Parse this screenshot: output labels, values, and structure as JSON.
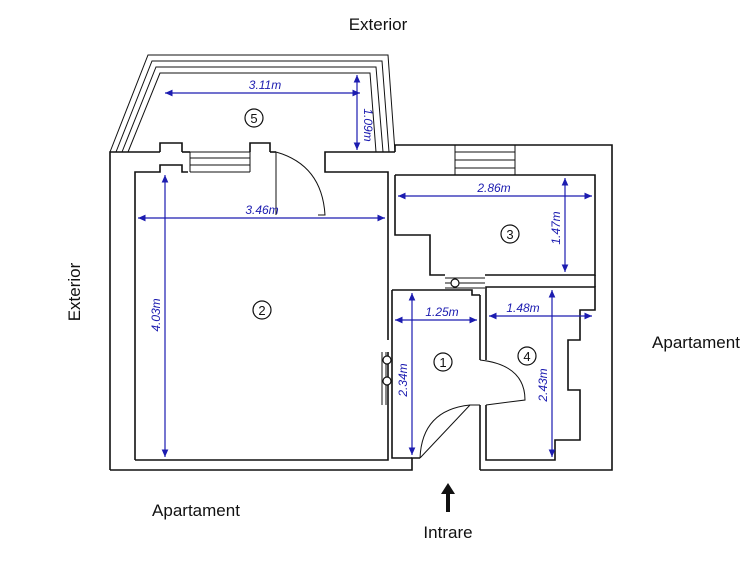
{
  "labels": {
    "top": "Exterior",
    "left": "Exterior",
    "right": "Apartament",
    "bottom_left": "Apartament",
    "entrance": "Intrare"
  },
  "rooms": [
    {
      "number": "1"
    },
    {
      "number": "2"
    },
    {
      "number": "3"
    },
    {
      "number": "4"
    },
    {
      "number": "5"
    }
  ],
  "dimensions": {
    "balcony_width": "3.11m",
    "balcony_depth": "1.09m",
    "room2_width": "3.46m",
    "room2_length": "4.03m",
    "room3_width": "2.86m",
    "room3_length": "1.47m",
    "hall_width": "1.25m",
    "hall_length": "2.34m",
    "bath_width": "1.48m",
    "bath_length": "2.43m"
  },
  "colors": {
    "walls": "#111111",
    "dimensions": "#1c1cb0",
    "background": "#ffffff"
  }
}
